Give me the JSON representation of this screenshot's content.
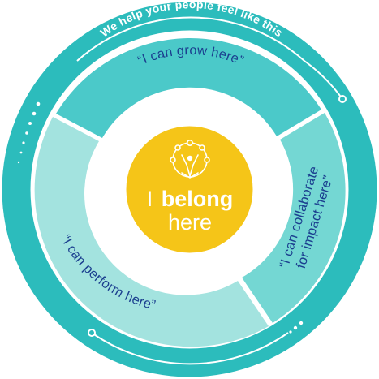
{
  "ring_caption": "We help your people feel like this",
  "center": {
    "icon": "person-community-icon",
    "line1_prefix": "I",
    "line1_bold": "belong",
    "line2": "here"
  },
  "segments": {
    "grow": "“I can grow here”",
    "collaborate_line1": "“I can collaborate",
    "collaborate_line2": "for impact here”",
    "perform": "“I can perform here”"
  },
  "colors": {
    "outer_ring": "#2cbcbc",
    "segment_grow": "#4bc9c9",
    "segment_collaborate": "#74d7d3",
    "segment_perform": "#a3e3df",
    "center_circle": "#f5c518",
    "text": "#1b3f8f",
    "white": "#ffffff"
  }
}
